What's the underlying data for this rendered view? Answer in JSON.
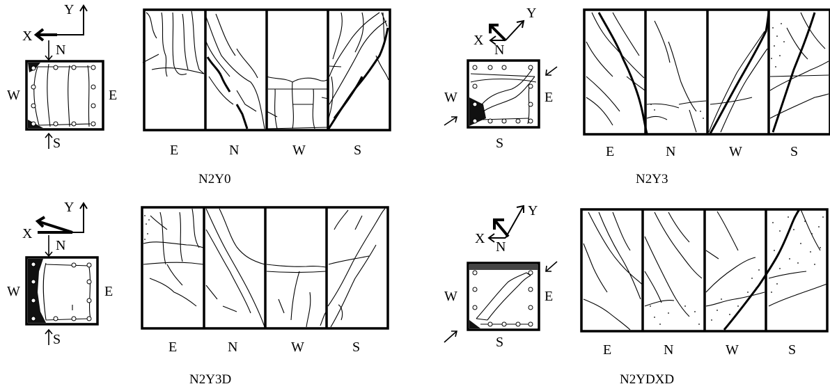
{
  "panels": [
    {
      "caption": "N2Y0",
      "axes": {
        "x": "X",
        "y": "Y"
      },
      "section_labels": {
        "n": "N",
        "s": "S",
        "w": "W",
        "e": "E"
      },
      "face_labels": [
        "E",
        "N",
        "W",
        "S"
      ]
    },
    {
      "caption": "N2Y3",
      "axes": {
        "x": "X",
        "y": "Y"
      },
      "section_labels": {
        "n": "N",
        "s": "S",
        "w": "W",
        "e": "E"
      },
      "face_labels": [
        "E",
        "N",
        "W",
        "S"
      ]
    },
    {
      "caption": "N2Y3D",
      "axes": {
        "x": "X",
        "y": "Y"
      },
      "section_labels": {
        "n": "N",
        "s": "S",
        "w": "W",
        "e": "E"
      },
      "face_labels": [
        "E",
        "N",
        "W",
        "S"
      ]
    },
    {
      "caption": "N2YDXD",
      "axes": {
        "x": "X",
        "y": "Y"
      },
      "section_labels": {
        "n": "N",
        "s": "S",
        "w": "W",
        "e": "E"
      },
      "face_labels": [
        "E",
        "N",
        "W",
        "S"
      ]
    }
  ],
  "colors": {
    "ink": "#000000",
    "background": "#ffffff"
  }
}
